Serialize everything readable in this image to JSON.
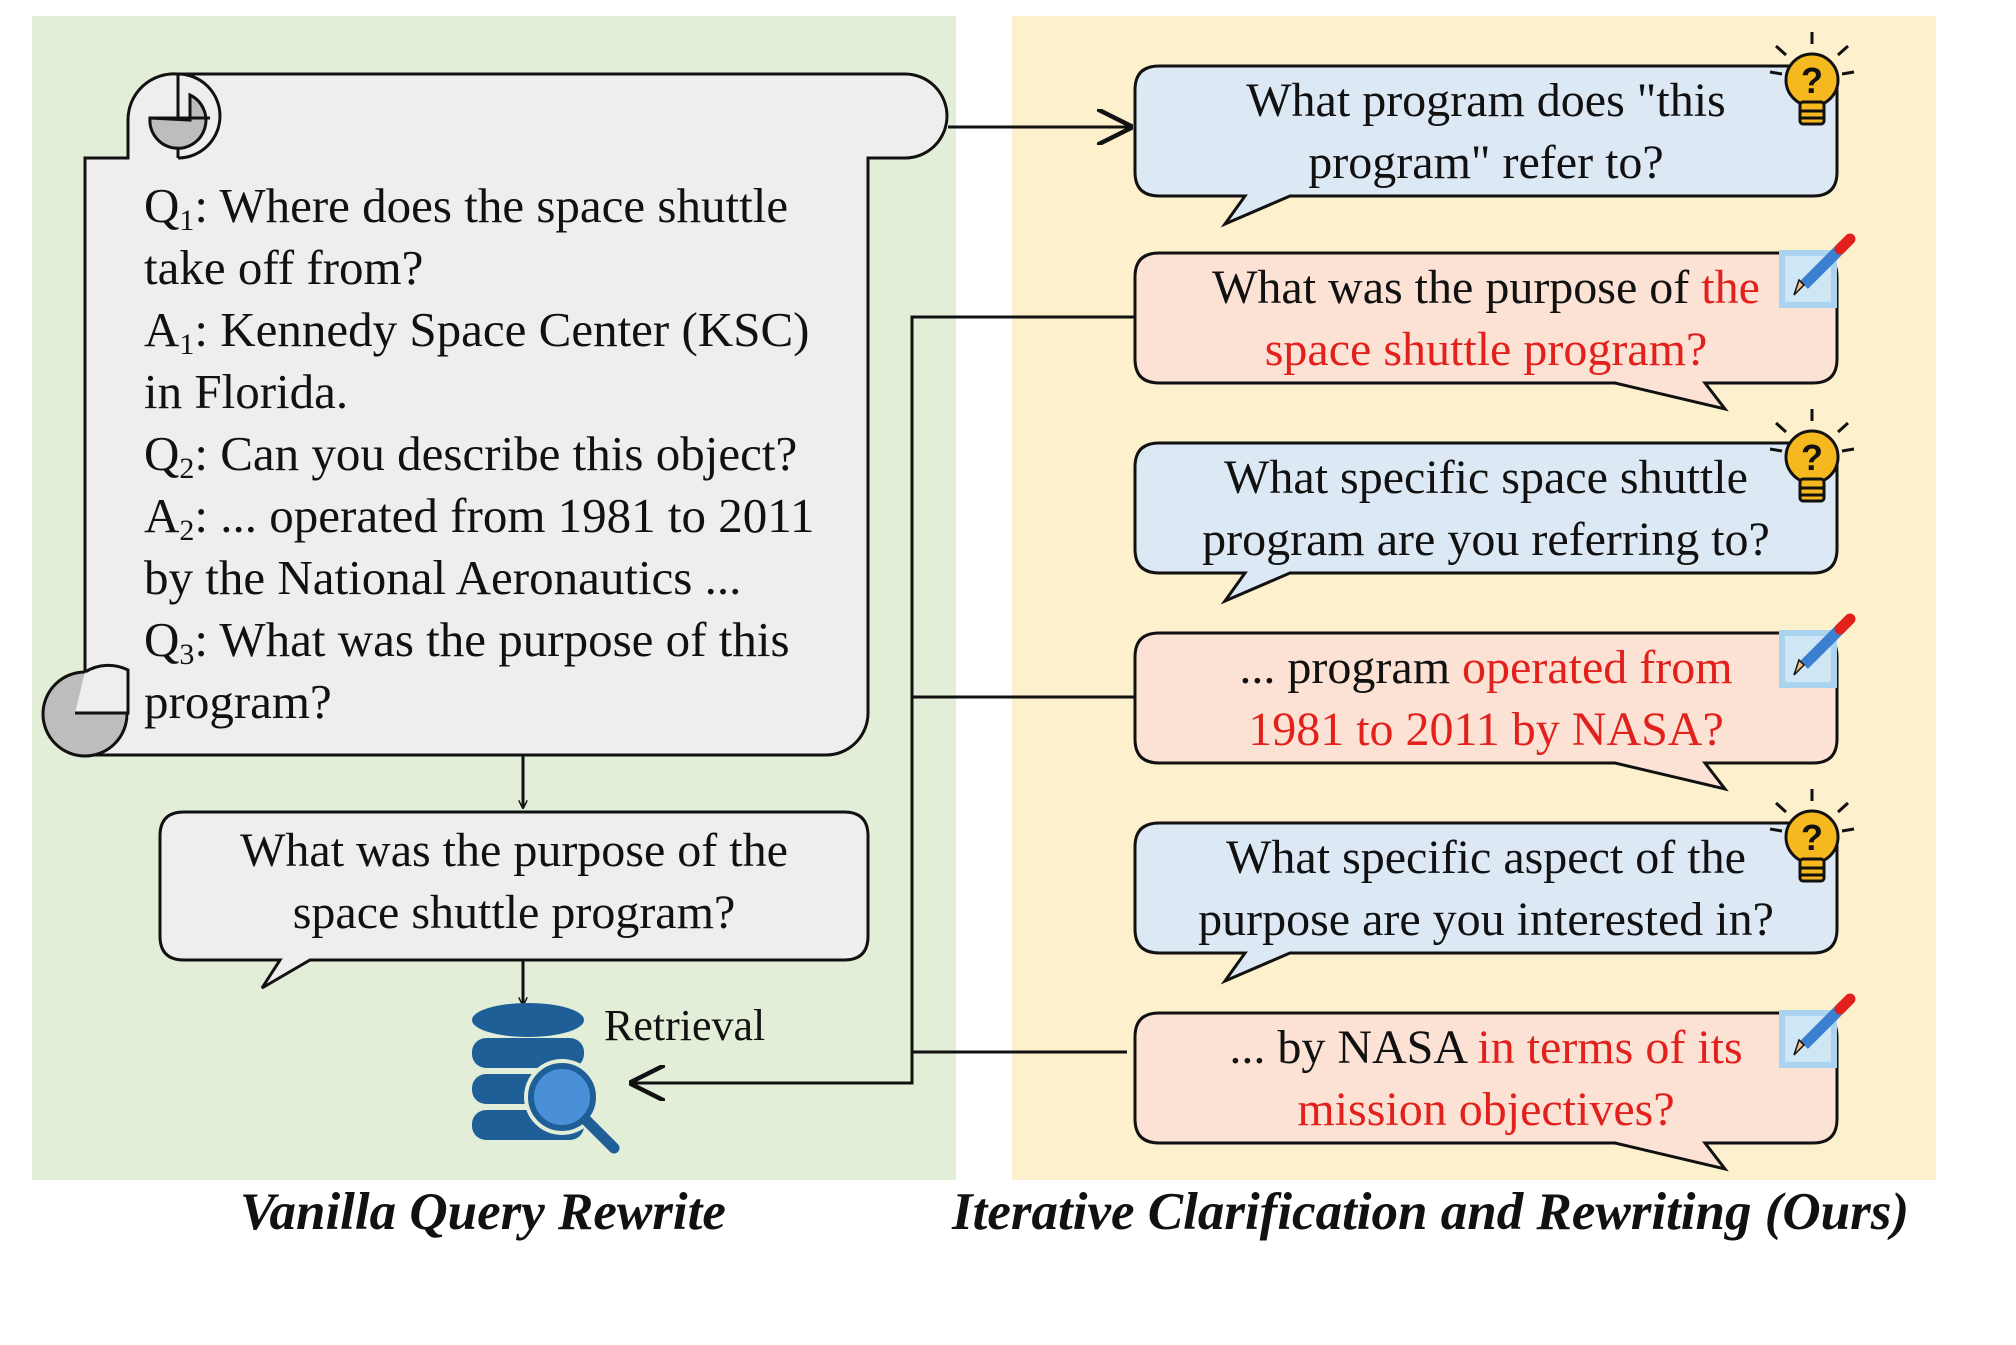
{
  "panels": {
    "left_title": "Vanilla Query Rewrite",
    "right_title": "Iterative Clarification and Rewriting (Ours)"
  },
  "conversation": [
    {
      "prefix": "Q",
      "sub": "1",
      "text": ": Where does the space shuttle"
    },
    {
      "text": "take off from?"
    },
    {
      "prefix": "A",
      "sub": "1",
      "text": ": Kennedy Space Center (KSC)"
    },
    {
      "text": "in Florida."
    },
    {
      "prefix": "Q",
      "sub": "2",
      "text": ": Can you describe this object?"
    },
    {
      "prefix": "A",
      "sub": "2",
      "text": ": ... operated from 1981 to 2011"
    },
    {
      "text": "by the National Aeronautics ..."
    },
    {
      "prefix": "Q",
      "sub": "3",
      "text": ": What was the purpose of this"
    },
    {
      "text": "program?"
    }
  ],
  "vanilla_rewrite": {
    "line1": "What was the purpose of the",
    "line2": "space shuttle program?"
  },
  "retrieval_label": "Retrieval",
  "bubbles": [
    {
      "kind": "clarify",
      "line1": "What program does \"this",
      "line2": "program\" refer to?"
    },
    {
      "kind": "rewrite",
      "line1_plain": "What was the purpose of ",
      "line1_hl": "the",
      "line2_plain": "",
      "line2_hl": "space shuttle program?"
    },
    {
      "kind": "clarify",
      "line1": "What specific space shuttle",
      "line2": "program are you referring to?"
    },
    {
      "kind": "rewrite",
      "line1_plain": "... program ",
      "line1_hl": "operated from",
      "line2_plain": "",
      "line2_hl": "1981 to 2011 by NASA?"
    },
    {
      "kind": "clarify",
      "line1": "What specific aspect of the",
      "line2": "purpose are you interested in?"
    },
    {
      "kind": "rewrite",
      "line1_plain": "... by NASA ",
      "line1_hl": "in terms of its",
      "line2_plain": "",
      "line2_hl": "mission objectives?"
    }
  ],
  "colors": {
    "left_panel_bg": "#e2eed8",
    "right_panel_bg": "#fdf0cc",
    "clarify_bubble_fill": "#dce8f4",
    "rewrite_bubble_fill": "#fbe2d5",
    "scroll_fill": "#eeeeee",
    "highlight_text": "#e3211c",
    "database": "#1f5f97"
  },
  "icons": {
    "clarify": "lightbulb-question-icon",
    "rewrite": "pencil-edit-icon",
    "retrieval": "database-search-icon"
  }
}
